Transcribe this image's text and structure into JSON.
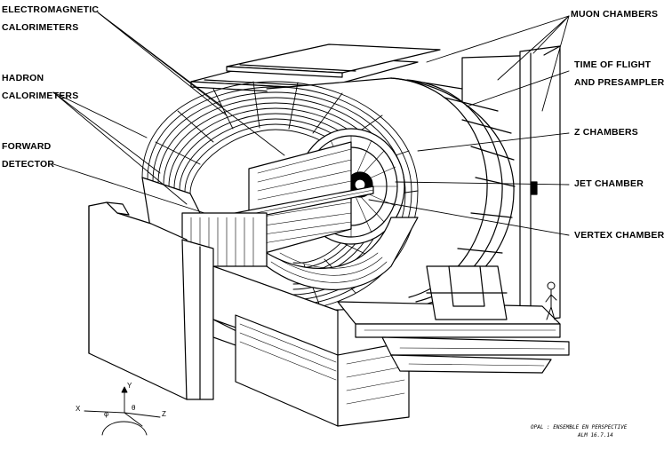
{
  "labels": {
    "electromagnetic": [
      "ELECTROMAGNETIC",
      "CALORIMETERS"
    ],
    "hadron": [
      "HADRON",
      "CALORIMETERS"
    ],
    "forward": [
      "FORWARD",
      "DETECTOR"
    ],
    "muon": "MUON CHAMBERS",
    "tof": [
      "TIME OF FLIGHT",
      "AND PRESAMPLER"
    ],
    "z": "Z  CHAMBERS",
    "jet": "JET CHAMBER",
    "vertex": "VERTEX CHAMBER"
  },
  "axes": {
    "y": "Y",
    "x": "X",
    "z": "Z",
    "theta": "θ",
    "phi": "φ"
  },
  "caption": [
    "OPAL : ENSEMBLE EN PERSPECTIVE",
    "ALM 16.7.14"
  ]
}
